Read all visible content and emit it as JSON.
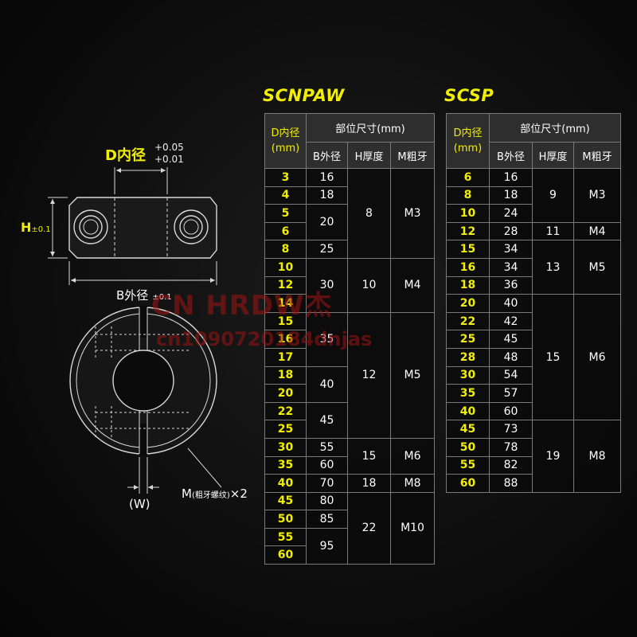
{
  "watermark": {
    "line1": "CN HRDW杰",
    "line2": "cn1090720184dnjas"
  },
  "diagram": {
    "d_label": "D内径",
    "d_tol_plus": "+0.05",
    "d_tol_minus": "+0.01",
    "h_label": "H",
    "h_tol": "±0.1",
    "b_label": "B外径",
    "b_tol": "±0.1",
    "m_label_pre": "M",
    "m_label_small": "(粗牙螺纹)",
    "m_label_post": "×2",
    "w_label": "(W)"
  },
  "scnpaw": {
    "title": "SCNPAW",
    "head_d": "D内径",
    "head_d_unit": "(mm)",
    "head_group": "部位尺寸(mm)",
    "head_b": "B外径",
    "head_h": "H厚度",
    "head_m": "M粗牙",
    "d": [
      "3",
      "4",
      "5",
      "6",
      "8",
      "10",
      "12",
      "14",
      "15",
      "16",
      "17",
      "18",
      "20",
      "22",
      "25",
      "30",
      "35",
      "40",
      "45",
      "50",
      "55",
      "60"
    ],
    "b": [
      "16",
      "18",
      "20",
      "25",
      "30",
      "35",
      "40",
      "45",
      "55",
      "60",
      "70",
      "80",
      "85",
      "95"
    ],
    "h": [
      "8",
      "10",
      "12",
      "15",
      "18",
      "22"
    ],
    "m": [
      "M3",
      "M4",
      "M5",
      "M6",
      "M8",
      "M10"
    ]
  },
  "scsp": {
    "title": "SCSP",
    "head_d": "D内径",
    "head_d_unit": "(mm)",
    "head_group": "部位尺寸(mm)",
    "head_b": "B外径",
    "head_h": "H厚度",
    "head_m": "M粗牙",
    "d": [
      "6",
      "8",
      "10",
      "12",
      "15",
      "16",
      "18",
      "20",
      "22",
      "25",
      "28",
      "30",
      "35",
      "40",
      "45",
      "50",
      "55",
      "60"
    ],
    "b": [
      "16",
      "18",
      "24",
      "28",
      "34",
      "34",
      "36",
      "40",
      "42",
      "45",
      "48",
      "54",
      "57",
      "60",
      "73",
      "78",
      "82",
      "88"
    ],
    "h": [
      "9",
      "11",
      "13",
      "15",
      "19"
    ],
    "m": [
      "M3",
      "M4",
      "M5",
      "M6",
      "M8"
    ]
  }
}
